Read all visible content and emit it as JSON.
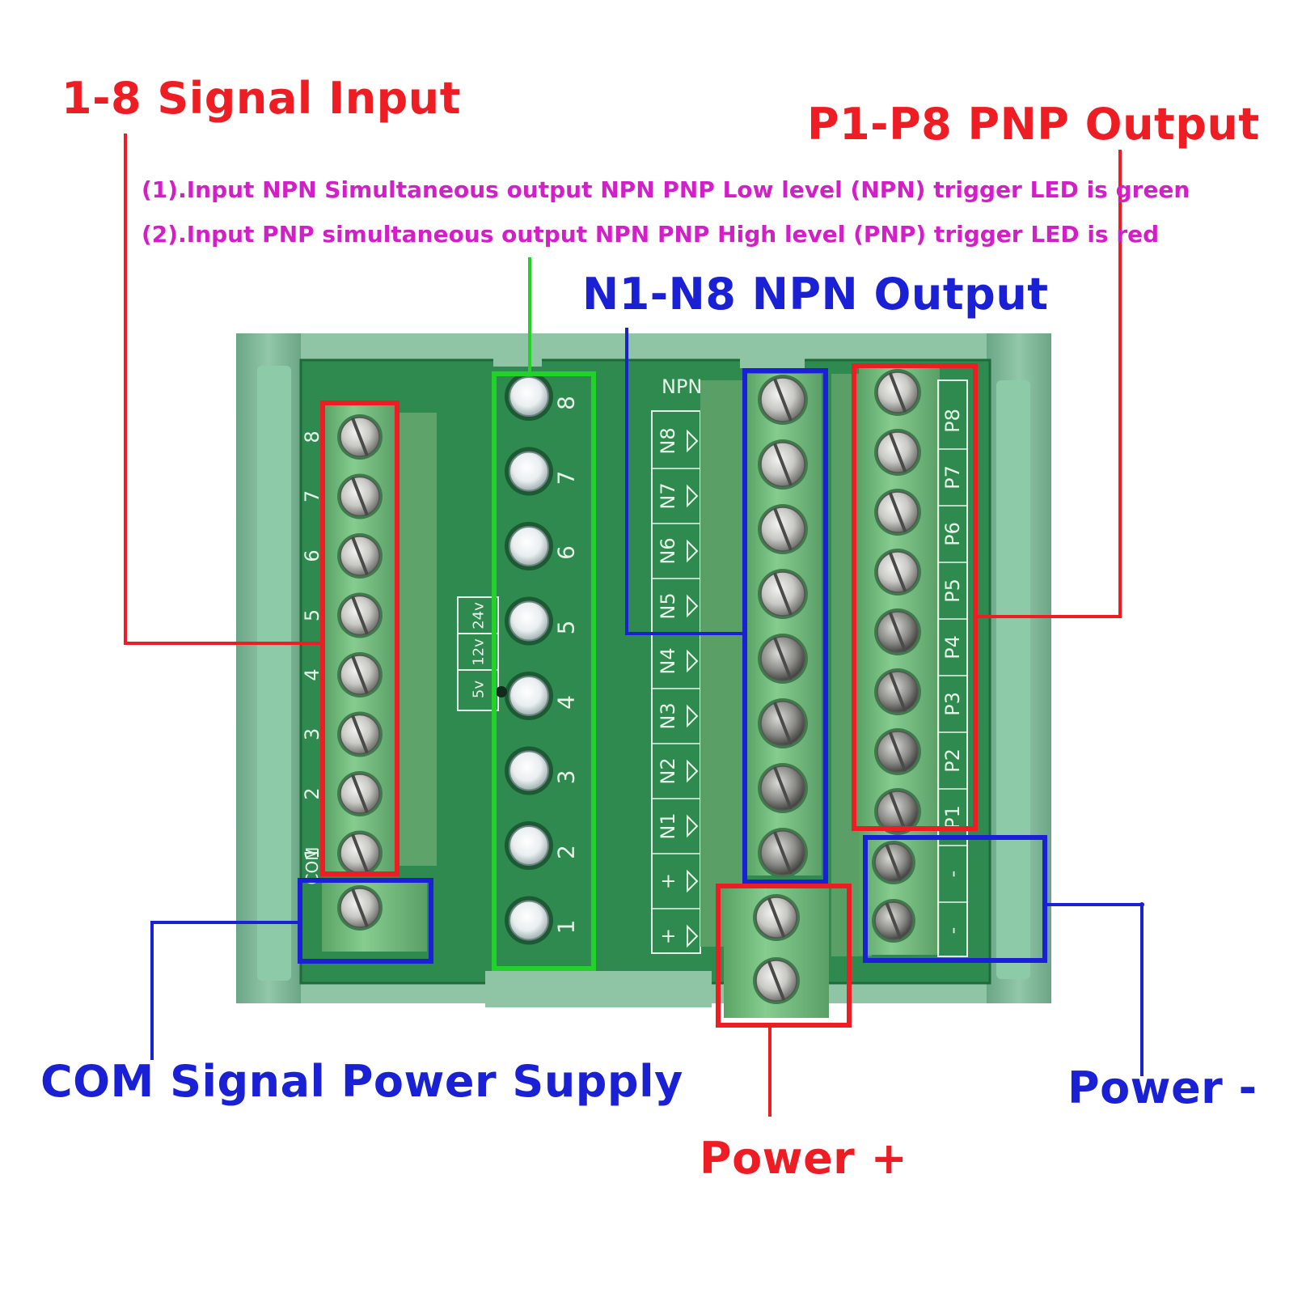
{
  "labels": {
    "signal_input": "1-8 Signal Input",
    "pnp_output": "P1-P8 PNP Output",
    "npn_output": "N1-N8 NPN Output",
    "com_supply": "COM Signal Power Supply",
    "power_plus": "Power +",
    "power_minus": "Power -",
    "note_1": "(1).Input NPN Simultaneous output NPN PNP Low level (NPN) trigger LED is green",
    "note_2": "(2).Input PNP simultaneous output NPN PNP High level (PNP) trigger LED is red"
  },
  "board": {
    "input_labels": [
      "8",
      "7",
      "6",
      "5",
      "4",
      "3",
      "2",
      "1",
      "COM"
    ],
    "led_labels": [
      "8",
      "7",
      "6",
      "5",
      "4",
      "3",
      "2",
      "1"
    ],
    "npn_labels": [
      "N8",
      "N7",
      "N6",
      "N5",
      "N4",
      "N3",
      "N2",
      "N1",
      "+",
      "+"
    ],
    "pnp_labels": [
      "P8",
      "P7",
      "P6",
      "P5",
      "P4",
      "P3",
      "P2",
      "P1",
      "-",
      "-"
    ],
    "npn_header": "NPN",
    "voltage_labels": [
      "24v",
      "12v",
      "5v"
    ]
  },
  "colors": {
    "label_red": "#ee1d24",
    "label_blue": "#1a20d4",
    "label_magenta": "#d21fc8",
    "box_green": "#22d12a",
    "pcb_green": "#2f8a4e",
    "terminal_green": "#6fbf7a",
    "rail_green": "#78b593"
  }
}
